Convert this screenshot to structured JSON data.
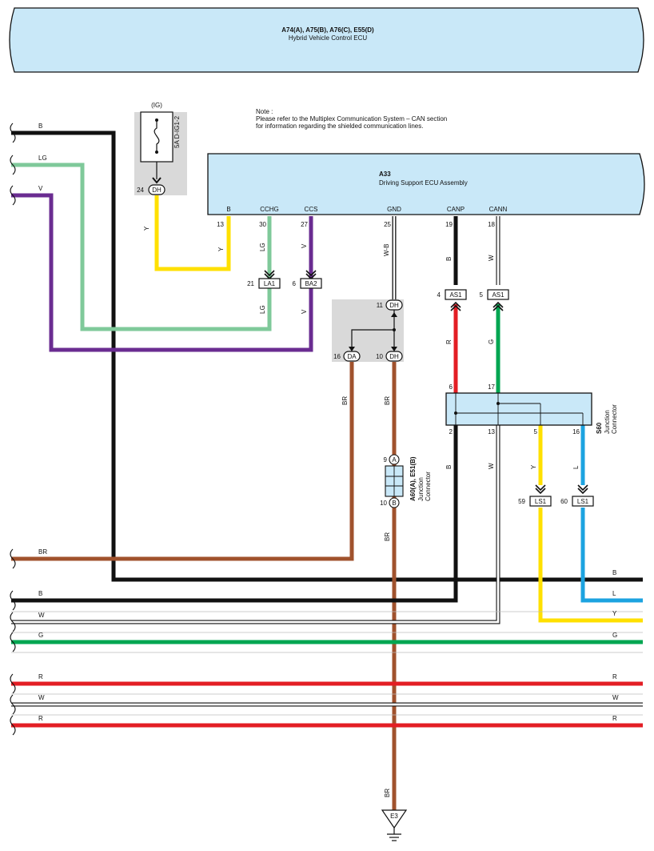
{
  "top_ecu": {
    "codes": "A74(A), A75(B), A76(C), E55(D)",
    "name": "Hybrid Vehicle Control ECU"
  },
  "note": {
    "line1": "Note :",
    "line2": "Please refer to the Multiplex Communication System – CAN section",
    "line3": "for information regarding the shielded communication lines."
  },
  "fuse": {
    "group": "(IG)",
    "rating": "5A D-IG1-2",
    "pin": "24",
    "connector": "DH",
    "wire_color": "Y"
  },
  "ecu": {
    "code": "A33",
    "name": "Driving Support ECU Assembly",
    "terminals": [
      {
        "name": "B",
        "pin": "13",
        "wire": "Y"
      },
      {
        "name": "CCHG",
        "pin": "30",
        "wire": "LG"
      },
      {
        "name": "CCS",
        "pin": "27",
        "wire": "V"
      },
      {
        "name": "GND",
        "pin": "25",
        "wire": "W-B"
      },
      {
        "name": "CANP",
        "pin": "19",
        "wire": "B"
      },
      {
        "name": "CANN",
        "pin": "18",
        "wire": "W"
      }
    ]
  },
  "inline_connectors": [
    {
      "pin": "21",
      "name": "LA1",
      "wire_below": "LG"
    },
    {
      "pin": "6",
      "name": "BA2",
      "wire_below": "V"
    },
    {
      "pin": "4",
      "name": "AS1",
      "wire_below": "R"
    },
    {
      "pin": "5",
      "name": "AS1",
      "wire_below": "G"
    },
    {
      "pin": "59",
      "name": "LS1"
    },
    {
      "pin": "60",
      "name": "LS1"
    }
  ],
  "dh_block": {
    "top": {
      "pin": "11",
      "name": "DH"
    },
    "left": {
      "pin": "16",
      "name": "DA",
      "wire": "BR"
    },
    "right": {
      "pin": "10",
      "name": "DH",
      "wire": "BR"
    }
  },
  "junction_a60": {
    "code": "A60(A), E51(B)",
    "label_line1": "Junction",
    "label_line2": "Connector",
    "pin_top": "9",
    "tag_top": "A",
    "pin_bottom": "10",
    "tag_bottom": "B",
    "wire_below": "BR"
  },
  "junction_s60": {
    "code": "S60",
    "label_line1": "Junction",
    "label_line2": "Connector",
    "pins_top": [
      "6",
      "17"
    ],
    "pins_bottom": [
      "2",
      "13",
      "5",
      "16"
    ],
    "wires_bottom": [
      "B",
      "W",
      "Y",
      "L"
    ]
  },
  "ground": {
    "name": "E3",
    "wire": "BR"
  },
  "left_wires": [
    "B",
    "LG",
    "V",
    "BR",
    "B",
    "W",
    "G",
    "R",
    "W",
    "R"
  ],
  "right_wires": [
    "B",
    "L",
    "Y",
    "G",
    "R",
    "W",
    "R"
  ],
  "colors": {
    "ecu_fill": "#c9e8f8",
    "B": "#111111",
    "LG": "#7fc99a",
    "V": "#6a2c91",
    "Y": "#ffe000",
    "BR": "#a0522d",
    "R": "#e31e24",
    "G": "#00a651",
    "W": "#ffffff",
    "L": "#1ca3e0",
    "fuse_bg": "#d9d9d9"
  }
}
